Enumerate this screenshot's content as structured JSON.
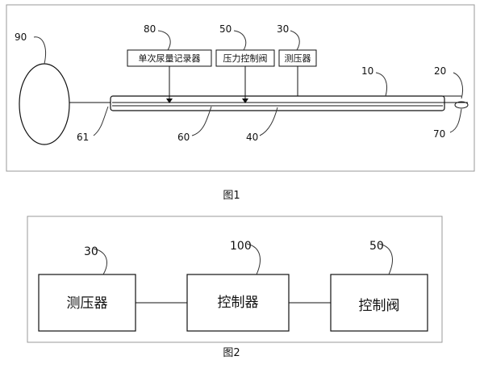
{
  "figure1": {
    "caption": "图1",
    "boxes": {
      "recorder": "单次尿量记录器",
      "pressure_valve": "压力控制阀",
      "manometer": "测压器"
    },
    "refs": {
      "r90": "90",
      "r80": "80",
      "r50": "50",
      "r30": "30",
      "r10": "10",
      "r20": "20",
      "r61": "61",
      "r60": "60",
      "r40": "40",
      "r70": "70"
    }
  },
  "figure2": {
    "caption": "图2",
    "boxes": {
      "manometer": "测压器",
      "controller": "控制器",
      "control_valve": "控制阀"
    },
    "refs": {
      "r30": "30",
      "r100": "100",
      "r50": "50"
    }
  }
}
